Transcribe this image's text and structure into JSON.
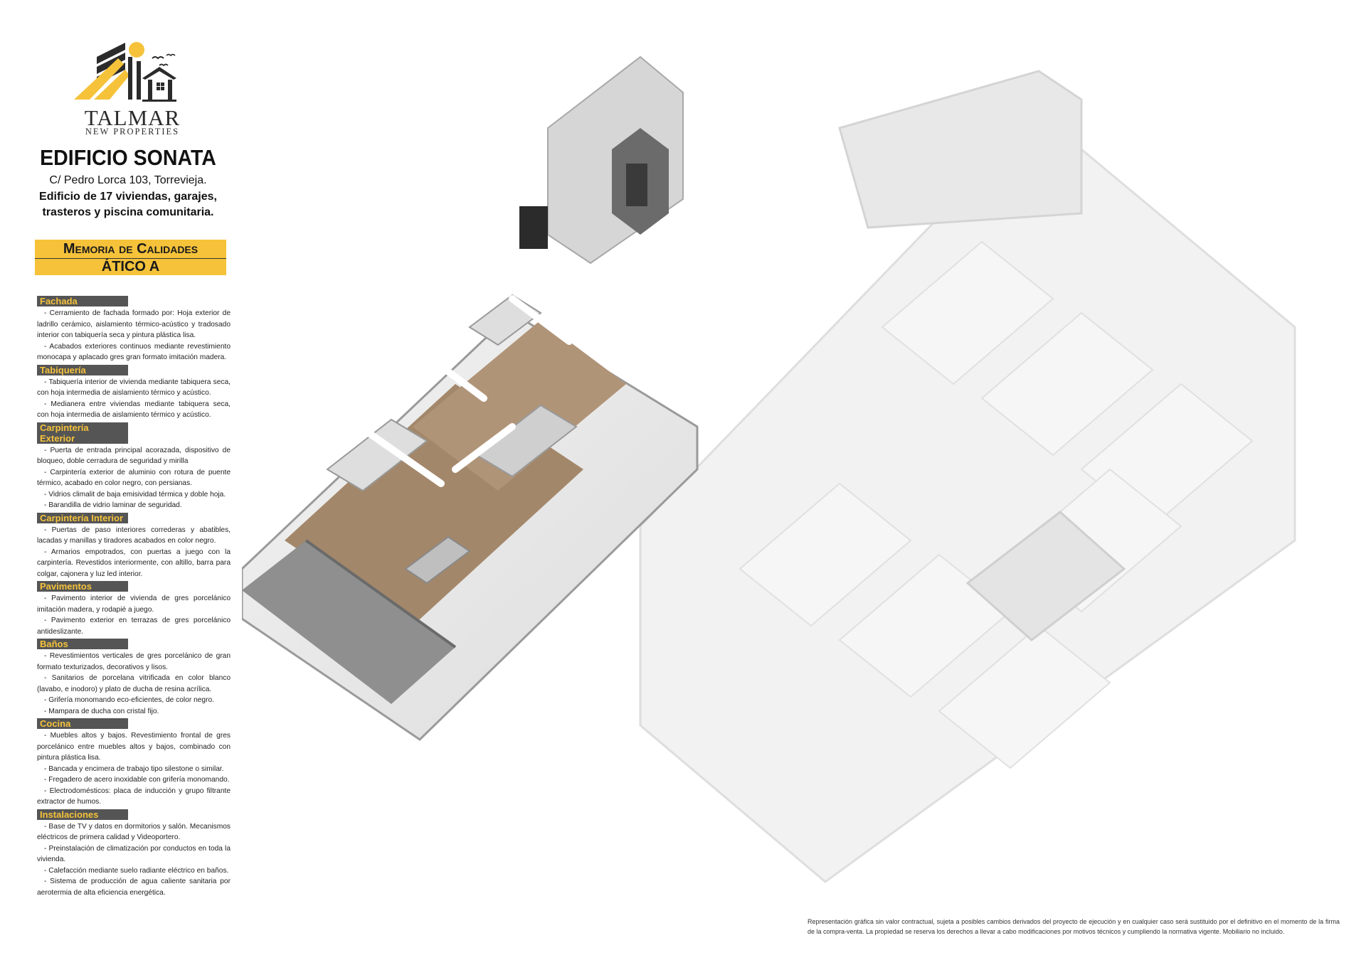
{
  "brand": {
    "name": "TALMAR",
    "tagline": "NEW PROPERTIES"
  },
  "building": {
    "name": "EDIFICIO SONATA",
    "address": "C/ Pedro Lorca 103, Torrevieja.",
    "desc_line1": "Edificio de 17 viviendas, garajes,",
    "desc_line2": "trasteros y piscina comunitaria."
  },
  "banner": {
    "title": "Memoria de Calidades",
    "unit": "ÁTICO A"
  },
  "sections": [
    {
      "title": "Fachada",
      "items": [
        "- Cerramiento de fachada formado por: Hoja exterior de ladrillo cerámico, aislamiento térmico-acústico y tradosado interior con tabiquería seca y pintura plástica lisa.",
        "- Acabados exteriores continuos mediante revestimiento monocapa y aplacado gres gran formato imitación madera."
      ]
    },
    {
      "title": "Tabiquería",
      "items": [
        "- Tabiquería interior de vivienda mediante tabiquera seca, con hoja intermedia de aislamiento térmico y acústico.",
        "- Medianera entre viviendas mediante tabiquera seca, con hoja intermedia de aislamiento térmico y acústico."
      ]
    },
    {
      "title": "Carpintería Exterior",
      "items": [
        "- Puerta de entrada principal acorazada, dispositivo de bloqueo, doble cerradura de seguridad y mirilla",
        "- Carpintería exterior de aluminio con rotura de puente térmico, acabado en color negro, con persianas.",
        "- Vidrios climalit de baja emisividad térmica y doble hoja.",
        "- Barandilla de vidrio laminar de seguridad."
      ]
    },
    {
      "title": "Carpintería Interior",
      "items": [
        "- Puertas de paso interiores correderas y abatibles, lacadas y manillas y tiradores acabados en color negro.",
        "- Armarios empotrados, con puertas a juego con la carpintería. Revestidos interiormente, con altillo, barra para colgar, cajonera y luz led interior."
      ]
    },
    {
      "title": "Pavimentos",
      "items": [
        "- Pavimento interior de vivienda de gres porcelánico imitación madera, y rodapié a juego.",
        "- Pavimento exterior en terrazas de gres porcelánico antideslizante."
      ]
    },
    {
      "title": "Baños",
      "items": [
        "- Revestimientos verticales de gres porcelánico de gran formato texturizados, decorativos y lisos.",
        "- Sanitarios de porcelana vitrificada en color blanco (lavabo, e inodoro) y plato de ducha de resina acrílica.",
        "- Grifería monomando eco-eficientes, de color negro.",
        "- Mampara de ducha con cristal fijo."
      ]
    },
    {
      "title": "Cocina",
      "items": [
        "- Muebles altos y bajos. Revestimiento frontal de gres porcelánico entre muebles altos y bajos, combinado con pintura plástica lisa.",
        "- Bancada y encimera de trabajo tipo silestone o similar.",
        "- Fregadero de acero inoxidable con grifería monomando.",
        "- Electrodomésticos: placa de inducción y grupo filtrante extractor de humos."
      ]
    },
    {
      "title": "Instalaciones",
      "items": [
        "- Base de TV y datos en dormitorios y salón. Mecanismos eléctricos de primera calidad y Videoportero.",
        "- Preinstalación de climatización por conductos en toda la vivienda.",
        "- Calefacción mediante suelo radiante eléctrico en baños.",
        "- Sistema de producción de agua caliente sanitaria por aerotermia de alta eficiencia energética."
      ]
    }
  ],
  "disclaimer": "Representación gráfica sin valor contractual, sujeta a posibles cambios derivados del proyecto de ejecución y en cualquier caso será sustituido por el definitivo en el momento de la firma de la compra-venta. La propiedad se reserva los derechos a llevar a cabo modificaciones por motivos técnicos y cumpliendo la normativa vigente. Mobiliario no incluido.",
  "colors": {
    "accent": "#f5c23a",
    "section_bg": "#555555",
    "logo_dark": "#2b2b2b"
  }
}
